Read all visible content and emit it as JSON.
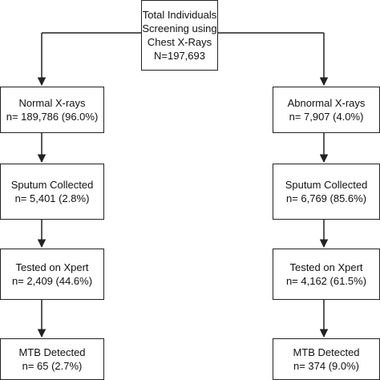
{
  "root": {
    "lines": [
      "Total Individuals",
      "Screening using",
      "Chest X-Rays",
      "N=197,693"
    ]
  },
  "left_branch": [
    {
      "title": "Normal X-rays",
      "value": "n= 189,786 (96.0%)"
    },
    {
      "title": "Sputum Collected",
      "value": "n= 5,401 (2.8%)"
    },
    {
      "title": "Tested on Xpert",
      "value": "n= 2,409 (44.6%)"
    },
    {
      "title": "MTB Detected",
      "value": "n= 65 (2.7%)"
    }
  ],
  "right_branch": [
    {
      "title": "Abnormal X-rays",
      "value": "n= 7,907 (4.0%)"
    },
    {
      "title": "Sputum Collected",
      "value": "n= 6,769 (85.6%)"
    },
    {
      "title": "Tested on Xpert",
      "value": "n= 4,162 (61.5%)"
    },
    {
      "title": "MTB Detected",
      "value": "n= 374 (9.0%)"
    }
  ]
}
